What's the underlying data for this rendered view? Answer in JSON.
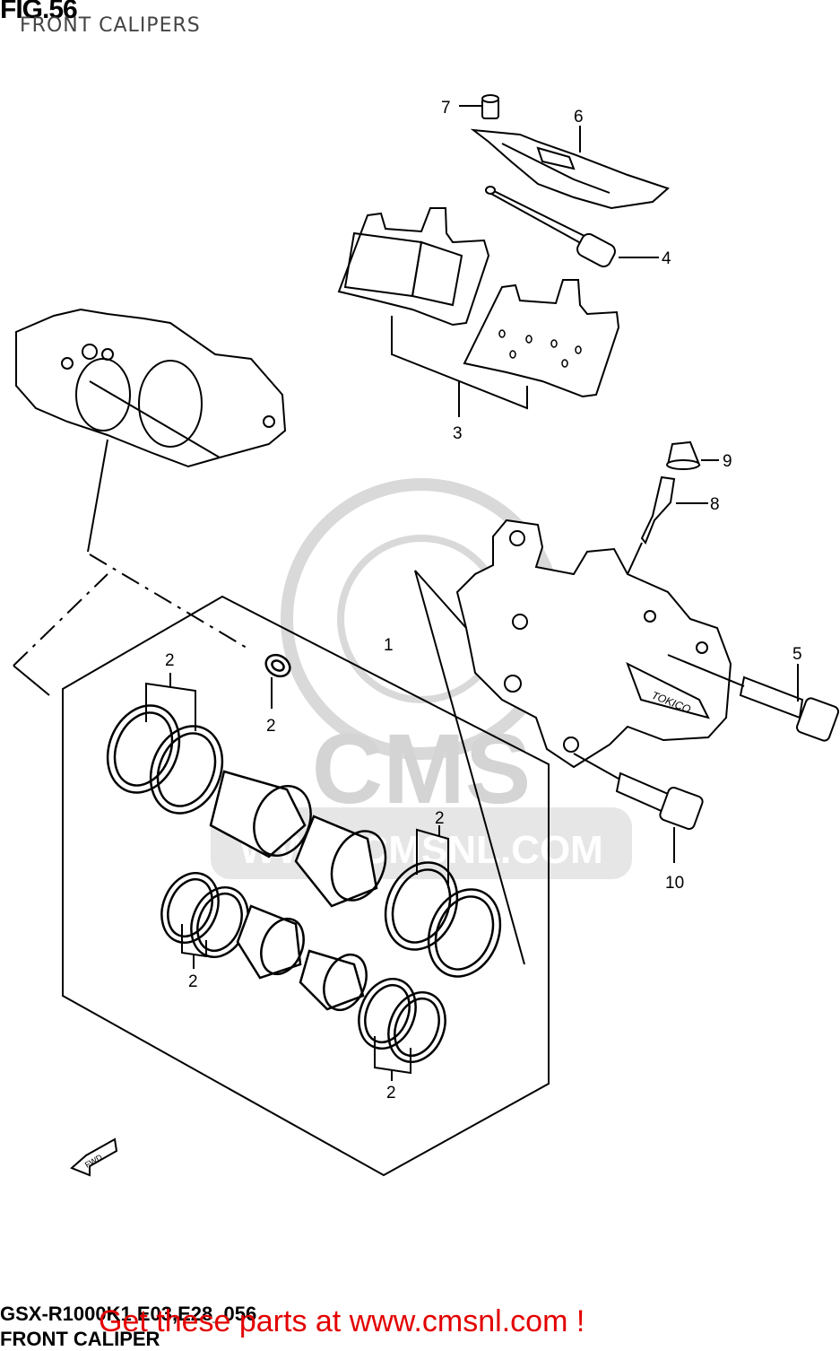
{
  "header": {
    "figure": "FIG.56",
    "subtitle": "FRONT CALIPERS"
  },
  "footer": {
    "model_code": "GSX-R1000K1 E03,E28_056",
    "caption": "FRONT CALIPER",
    "promo": "Get these parts at www.cmsnl.com !"
  },
  "watermark": {
    "brand": "CMS",
    "url": "WWW.CMSNL.COM"
  },
  "caliper_marking": "TOKICO",
  "fwd_arrow": "FWD",
  "callouts": [
    "1",
    "2",
    "2",
    "2",
    "2",
    "2",
    "3",
    "4",
    "5",
    "6",
    "7",
    "8",
    "9",
    "10"
  ],
  "colors": {
    "line": "#000000",
    "watermark": "#d9d9d9",
    "promo": "#e30000"
  }
}
